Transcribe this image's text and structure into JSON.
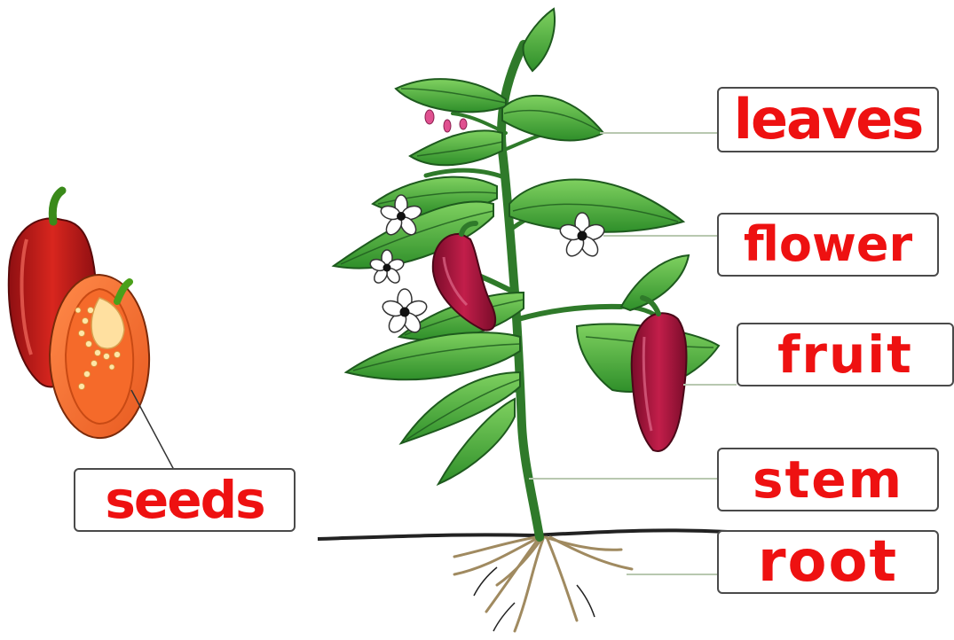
{
  "labels": {
    "leaves": "leaves",
    "flower": "flower",
    "fruit": "fruit",
    "stem": "stem",
    "root": "root",
    "seeds": "seeds"
  },
  "colors": {
    "label_text": "#ee1111",
    "label_border": "#4a4a4a",
    "leaf_green": "#4caf3a",
    "leaf_dark": "#1e6b1e",
    "pepper_red": "#c81a2a",
    "chili_red": "#a3143a",
    "soil": "#222222"
  }
}
